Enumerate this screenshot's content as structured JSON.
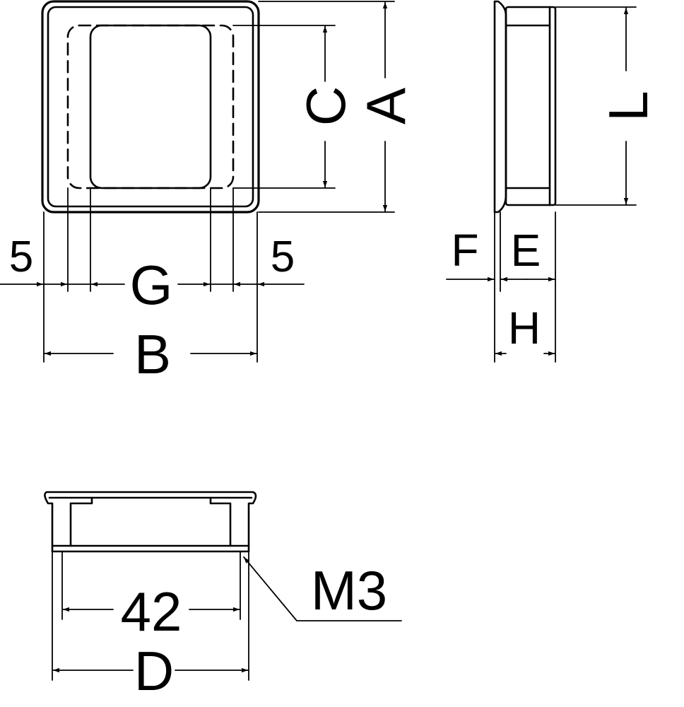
{
  "figure": {
    "colors": {
      "stroke": "#000000",
      "background": "#ffffff"
    },
    "front_view": {
      "height_label": "A",
      "inner_height_label": "C",
      "width_label": "B",
      "opening_label": "G",
      "left_margin": "5",
      "right_margin": "5"
    },
    "side_view": {
      "length_label": "L",
      "flange_label": "F",
      "body_label": "E",
      "total_label": "H"
    },
    "bottom_view": {
      "pitch": "42",
      "overall_label": "D",
      "screw_callout": "M3"
    }
  }
}
